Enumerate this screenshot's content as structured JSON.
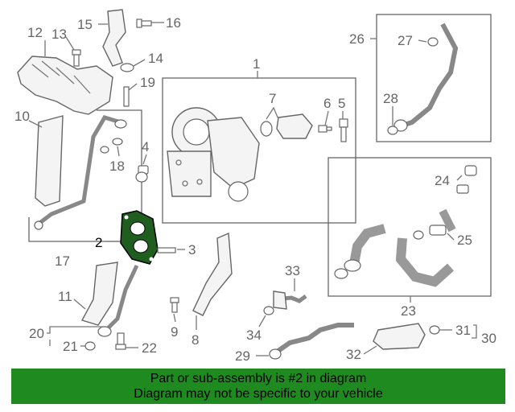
{
  "diagram": {
    "callouts": [
      "1",
      "2",
      "3",
      "4",
      "5",
      "6",
      "7",
      "8",
      "9",
      "10",
      "11",
      "12",
      "13",
      "14",
      "15",
      "16",
      "17",
      "18",
      "19",
      "20",
      "21",
      "22",
      "23",
      "24",
      "25",
      "26",
      "27",
      "28",
      "29",
      "30",
      "31",
      "32",
      "33",
      "34"
    ],
    "highlighted_part": "2",
    "highlight_color": "#1f5e1f"
  },
  "banner": {
    "line1": "Part or sub-assembly is #2 in diagram",
    "line2": "Diagram may not be specific to your vehicle",
    "background": "#1f8a1f"
  }
}
